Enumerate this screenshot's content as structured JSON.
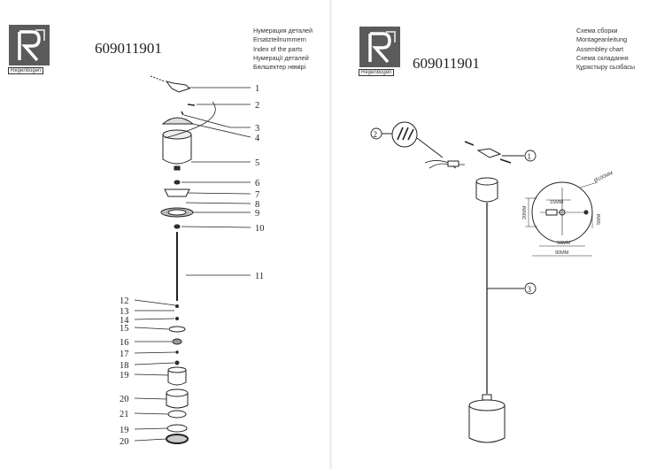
{
  "brand": "Regenbogen",
  "left_page": {
    "article": "609011901",
    "titles": [
      "Нумерация деталей",
      "Ersatzteilnummern",
      "Index of the parts",
      "Нумерації деталей",
      "Бөлшектер нөмірі"
    ],
    "part_numbers": [
      "1",
      "2",
      "3",
      "4",
      "5",
      "6",
      "7",
      "8",
      "9",
      "10",
      "11",
      "12",
      "13",
      "14",
      "15",
      "16",
      "17",
      "18",
      "19",
      "20",
      "21",
      "19",
      "20"
    ]
  },
  "right_page": {
    "article": "609011901",
    "titles": [
      "Схема сборки",
      "Montageanleitung",
      "Assembley chart",
      "Схема складання",
      "Құрастыру сызбасы"
    ],
    "callouts": [
      "1",
      "2",
      "3"
    ],
    "dimensions": {
      "diameter": "Ø100MM",
      "center": "15MM",
      "height": "20MM",
      "spacing": "58MM",
      "width": "90MM",
      "offset": "5MM"
    }
  }
}
